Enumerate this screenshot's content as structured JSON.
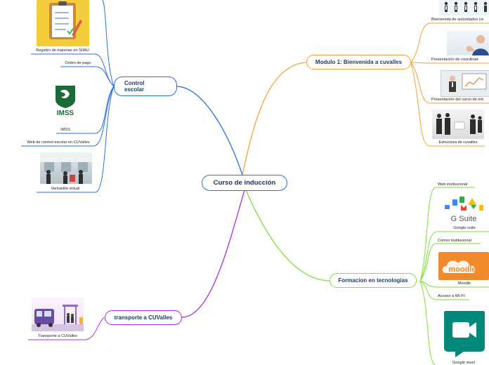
{
  "center": {
    "label": "Curso de inducción"
  },
  "branches": {
    "modulo1": {
      "label": "Modulo 1: Bienvenida a cuvalles",
      "color": "#f5a23a",
      "leaves": [
        {
          "label": "Bienvenida de autoridades (re",
          "icon": "people-standing-icon"
        },
        {
          "label": "Presentación de coordinad",
          "icon": "presenter-icon"
        },
        {
          "label": "Presentación del curso de ind",
          "icon": "whiteboard-presentation-icon"
        },
        {
          "label": "Estructura de cuvalles",
          "icon": "business-people-icon"
        }
      ]
    },
    "control": {
      "label": "Control escolar",
      "color": "#2b6fe0",
      "leaves": [
        {
          "label": "Registro de materias en SIIAU",
          "icon": "clipboard-checklist-icon"
        },
        {
          "label": "Orden de pago"
        },
        {
          "label": "IMSS",
          "icon": "imss-logo-icon"
        },
        {
          "label": "Web de control escolar en CUValles"
        },
        {
          "label": "Ventanilla virtual",
          "icon": "office-counter-photo-icon"
        }
      ]
    },
    "formacion": {
      "label": "Formacion en tecnologias",
      "color": "#7ee03a",
      "leaves": [
        {
          "label": "Web institucional"
        },
        {
          "label": "Google suite",
          "icon": "gsuite-logo-icon"
        },
        {
          "label": "Correo institucional"
        },
        {
          "label": "Moodle",
          "icon": "moodle-logo-icon"
        },
        {
          "label": "Acceso a WI-FI"
        },
        {
          "label": "Google meet",
          "icon": "google-meet-icon"
        }
      ]
    },
    "transporte": {
      "label": "transporte a CUValles",
      "color": "#b02ae6",
      "leaves": [
        {
          "label": "Transporte a CUValles",
          "icon": "bus-station-icon"
        }
      ]
    }
  },
  "gsuite_logo_text": "G Suite",
  "imss_logo_text": "IMSS",
  "moodle_logo_text": "moodle"
}
